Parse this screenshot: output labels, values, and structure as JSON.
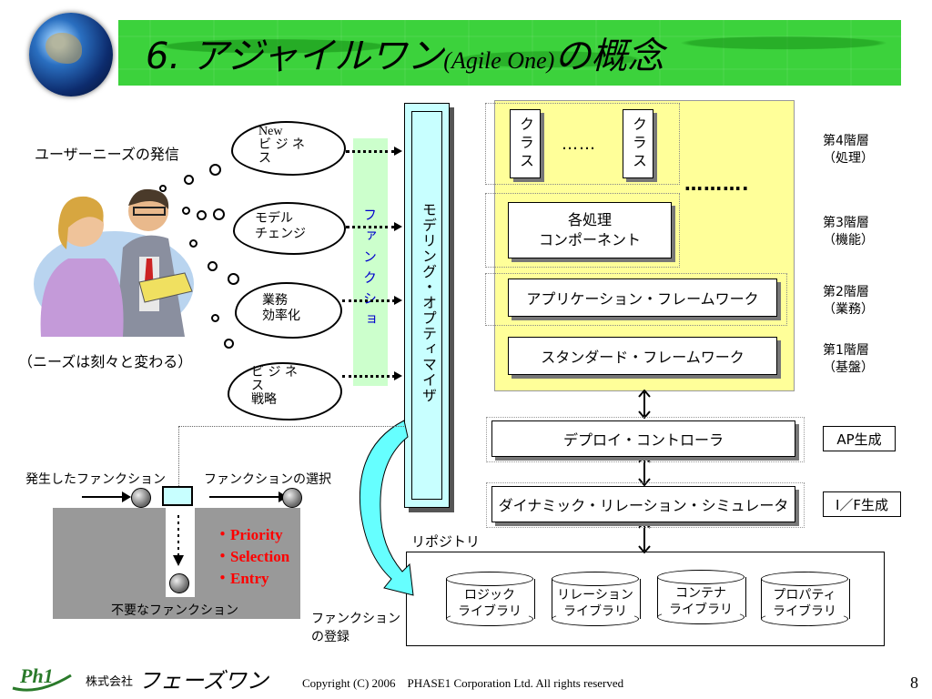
{
  "title": {
    "prefix": "6. アジャイルワン",
    "english": "(Agile One)",
    "suffix": "の概念"
  },
  "user_needs": {
    "label": "ユーザーニーズの発信",
    "note": "（ニーズは刻々と変わる）"
  },
  "clouds": [
    {
      "line1": "New",
      "line2": "ビ ジ ネ",
      "line3": "ス"
    },
    {
      "line1": "モデル",
      "line2": "チェンジ"
    },
    {
      "line1": "業務",
      "line2": "効率化"
    },
    {
      "line1": "ビ ジ ネ",
      "line2": "ス",
      "line3": "戦略"
    }
  ],
  "function_column": {
    "label": "ファンクショ"
  },
  "modeling": {
    "label": "モデリング・オプティマイザ"
  },
  "layers": {
    "class_a": "クラス",
    "class_dots": "……",
    "class_b": "クラス",
    "more_dots": "……….",
    "component": {
      "line1": "各処理",
      "line2": "コンポーネント"
    },
    "application_fw": "アプリケーション・フレームワーク",
    "standard_fw": "スタンダード・フレームワーク"
  },
  "layer_labels": [
    {
      "name": "第4階層",
      "desc": "（処理）"
    },
    {
      "name": "第3階層",
      "desc": "（機能）"
    },
    {
      "name": "第2階層",
      "desc": "（業務）"
    },
    {
      "name": "第1階層",
      "desc": "（基盤）"
    }
  ],
  "deploy": {
    "label": "デプロイ・コントローラ",
    "tag": "AP生成"
  },
  "simulator": {
    "label": "ダイナミック・リレーション・シミュレータ",
    "tag": "I／F生成"
  },
  "repository": {
    "label": "リポジトリ",
    "libraries": [
      {
        "line1": "ロジック",
        "line2": "ライブラリ"
      },
      {
        "line1": "リレーション",
        "line2": "ライブラリ"
      },
      {
        "line1": "コンテナ",
        "line2": "ライブラリ"
      },
      {
        "line1": "プロパティ",
        "line2": "ライブラリ"
      }
    ]
  },
  "function_flow": {
    "generated": "発生したファンクション",
    "selected": "ファンクションの選択",
    "criteria": [
      "・Priority",
      "・Selection",
      "・Entry"
    ],
    "unneeded": "不要なファンクション",
    "register_line1": "ファンクション",
    "register_line2": "の登録"
  },
  "footer": {
    "logo_mark": "Ph1",
    "company_prefix": "株式会社",
    "company_name": "フェーズワン",
    "copyright": "Copyright (C) 2006　PHASE1 Corporation Ltd. All rights reserved",
    "page_number": "8"
  },
  "colors": {
    "banner": "#3cd23c",
    "layers_bg": "#ffff99",
    "cyan_column": "#c8ffff",
    "function_bg": "#ccffcc",
    "criteria_red": "#ff0000",
    "gray_area": "#999999"
  }
}
